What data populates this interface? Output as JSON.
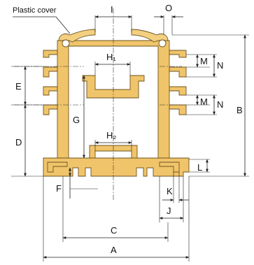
{
  "diagram": {
    "caption": "Plastic cover",
    "labels": {
      "I": "I",
      "O": "O",
      "H1": "H₁",
      "H2": "H₂",
      "M_top": "M",
      "N_top": "N",
      "M_mid": "M",
      "N_mid": "N",
      "E": "E",
      "G": "G",
      "B": "B",
      "D": "D",
      "L": "L",
      "F": "F",
      "K": "K",
      "J": "J",
      "C": "C",
      "A": "A"
    },
    "colors": {
      "profile_fill": "#f0c46a",
      "outline": "#6e5420",
      "line": "#222222"
    }
  }
}
